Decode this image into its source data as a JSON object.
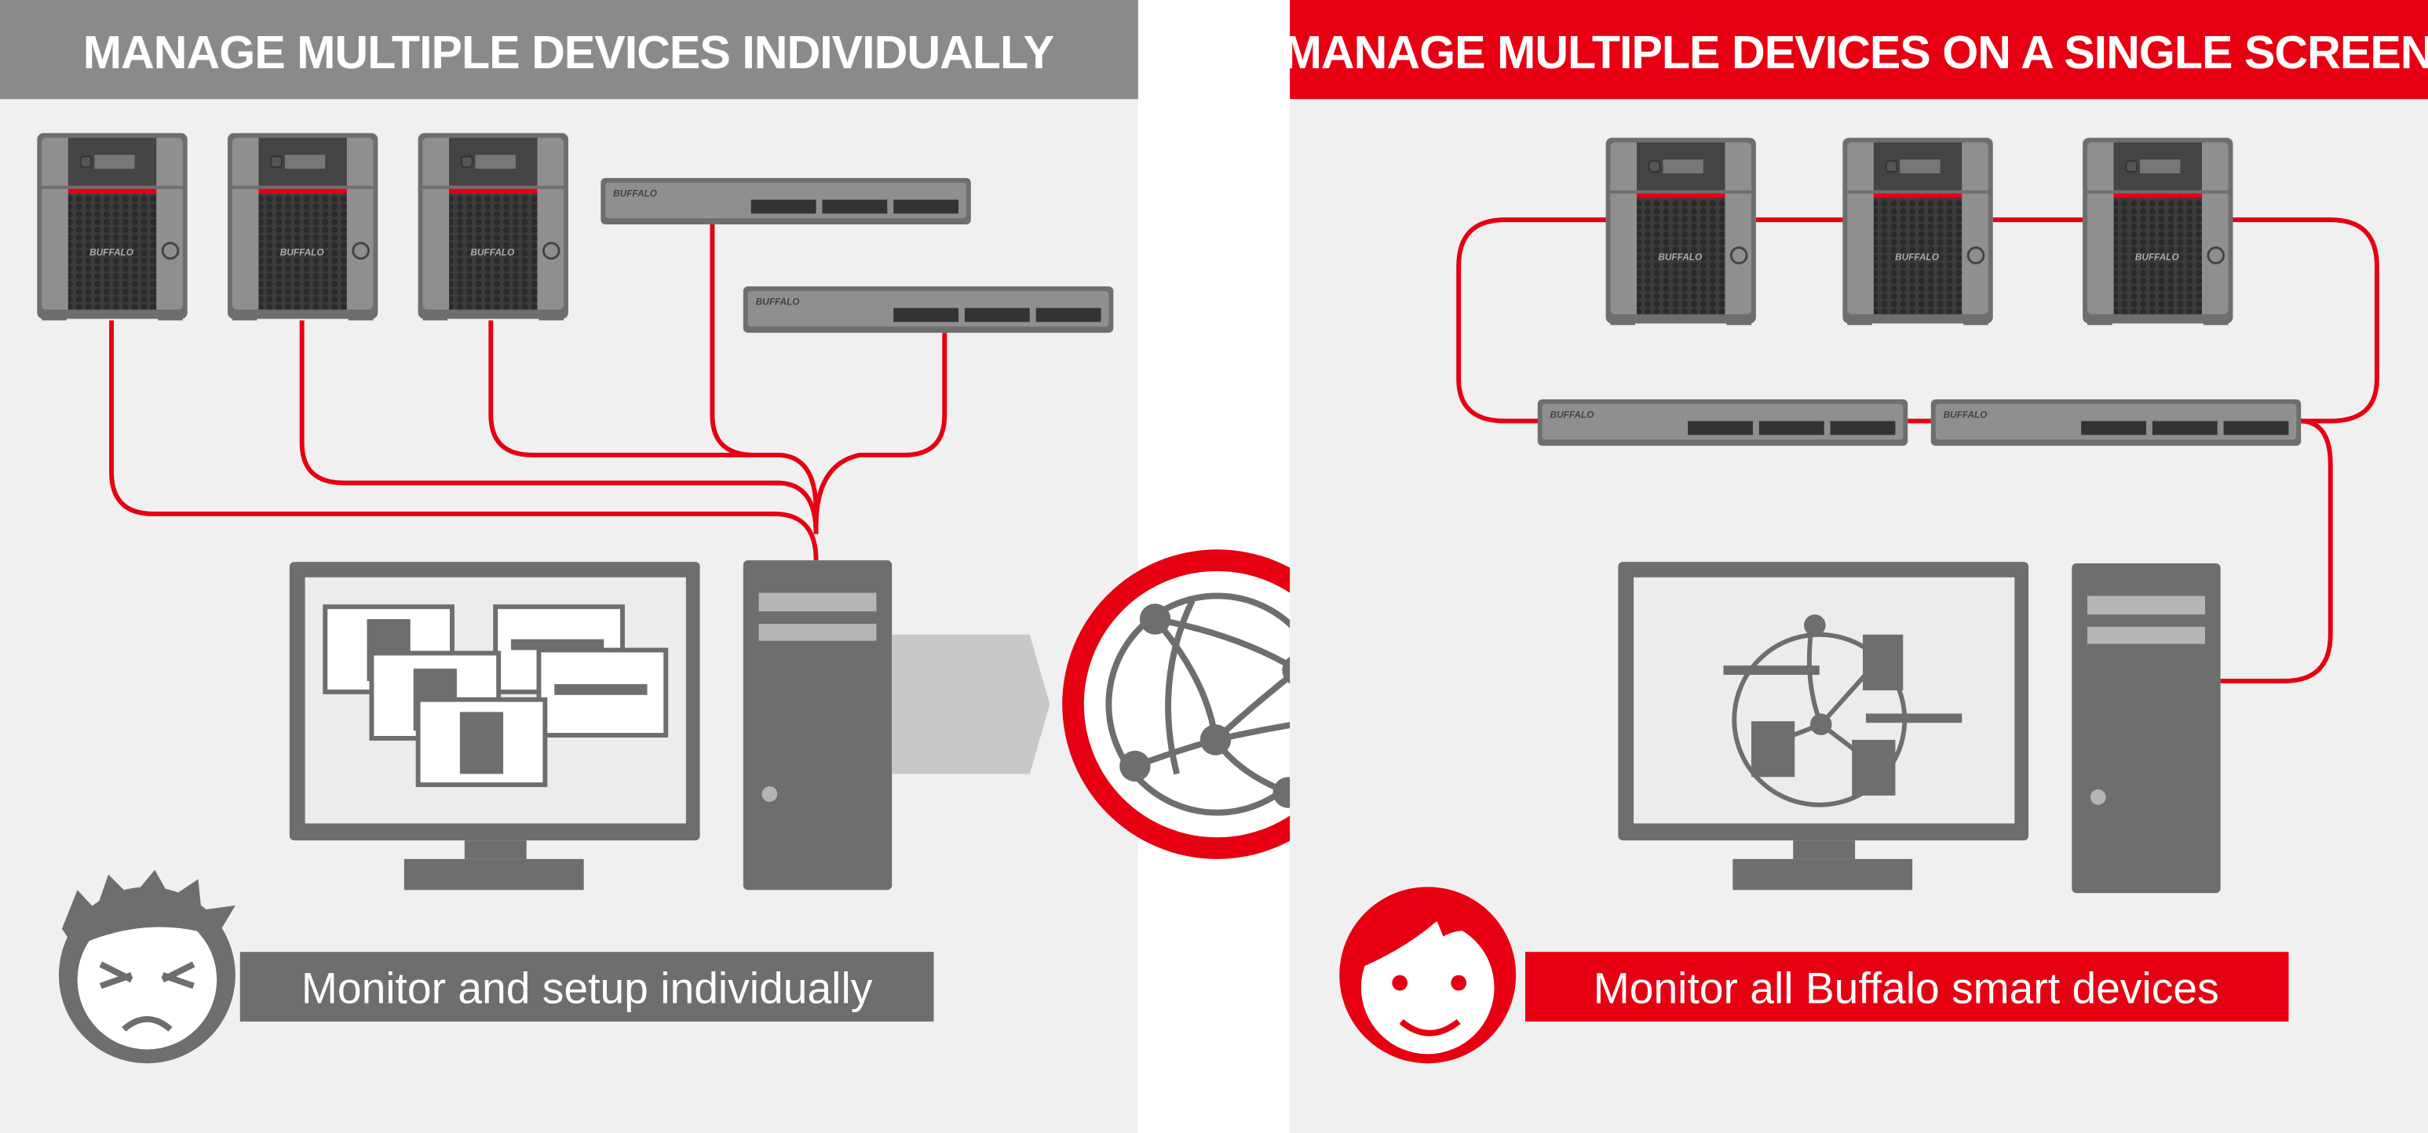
{
  "left_panel": {
    "title": "MANAGE MULTIPLE DEVICES INDIVIDUALLY",
    "caption": "Monitor and setup individually",
    "face": "frustrated"
  },
  "right_panel": {
    "title": "MANAGE MULTIPLE DEVICES ON A SINGLE SCREEN",
    "caption": "Monitor all Buffalo smart devices",
    "face": "smiling"
  },
  "brand_logo": "BUFFALO",
  "center": {
    "icon": "globe-network-icon"
  },
  "colors": {
    "accent_red": "#e60012",
    "neutral_gray": "#8a8a8a",
    "device_gray": "#6e6e6e",
    "panel_bg": "#f0f0f0"
  }
}
